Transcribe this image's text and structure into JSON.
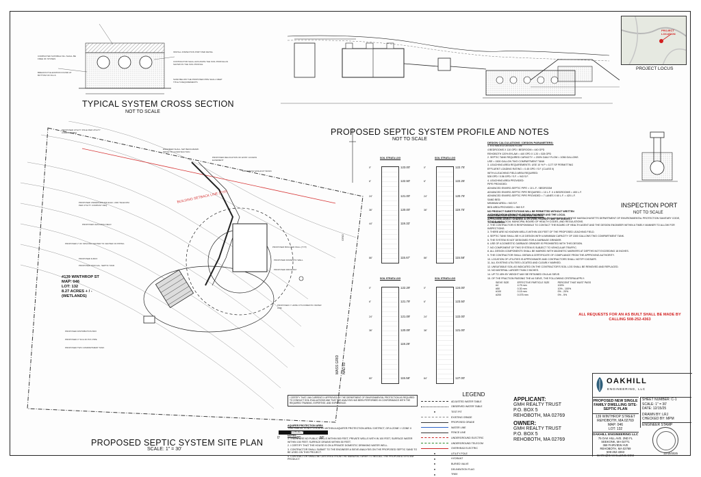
{
  "titles": {
    "cross_section": "TYPICAL SYSTEM CROSS SECTION",
    "cross_section_scale": "NOT TO SCALE",
    "profile": "PROPOSED SEPTIC SYSTEM PROFILE AND NOTES",
    "profile_scale": "NOT TO SCALE",
    "site_plan": "PROPOSED SEPTIC SYSTEM SITE PLAN",
    "site_plan_scale": "SCALE: 1\" = 30'",
    "inspection_port": "INSPECTION PORT",
    "inspection_scale": "NOT TO SCALE",
    "locus": "PROJECT LOCUS",
    "locus_label": "PROJECT LOCATION"
  },
  "site": {
    "address": "#139 WINTHROP ST",
    "map": "MAP: 046",
    "lot": "LOT: 132",
    "acres": "8.27 ACRES + / -",
    "wetlands": "(WETLANDS)",
    "setback": "BUILDING SETBACK LINE (TYP)",
    "mass_grid": "MASS GRID",
    "nad": "NAD 83"
  },
  "scale_bar": [
    "0'",
    "30'",
    "60'"
  ],
  "callouts_left": [
    "PROPOSED UTILITY POLE PER UTILITY COMPANY REQ",
    "PROPOSED UNDERGROUND ELEC. AND TELECOM. PER UTILITY COMPANY REQ.",
    "PROPOSED LEACHING FIELD",
    "PROPOSED 2' OF SPACING CENTER TO CENTER OF PIPING",
    "PROPOSED D-BOX",
    "PROPOSED 1500 GAL. SEPTIC TANK",
    "PROPOSED DISTRIBUTION BOX",
    "PROPOSED 4\" SCH 40 PVC PIPE",
    "PROPOSED TWO COMPARTMENT TANK"
  ],
  "callouts_right": [
    "ENGINEER SHALL SET BENCHMARK PRIOR TO CONSTRUCTION",
    "PROPOSED RELOCATION OF EXIST. ACCESS EASEMENT",
    "CONCRETE WASHOUT BASIN",
    "PROPOSED BOULDER WALL (TYP)",
    "PROPOSED DOMESTIC WELL",
    "PROPOSED DRIVEWAY",
    "PROPOSED 1\" HDPE CTS DOMESTIC WATER LINE"
  ],
  "soil_logs": [
    {
      "title": "SOIL STRATA LOG",
      "depths": [
        "0\"",
        "6\"",
        "24\"",
        "36\"",
        "44\"",
        "86\""
      ],
      "elevs": [
        "123.00'",
        "122.50'",
        "121.00'",
        "120.00'",
        "119.33'",
        "115.67'"
      ]
    },
    {
      "title": "SOIL STRATA LOG",
      "depths": [
        "0\"",
        "6\"",
        "24\"",
        "36\"",
        "",
        "86\""
      ],
      "elevs": [
        "122.75'",
        "122.25'",
        "120.75'",
        "119.75'",
        "",
        "115.58'"
      ]
    },
    {
      "title": "SOIL STRATA LOG",
      "depths": [
        "0\"",
        "6\"",
        "24\"",
        "36\"",
        "",
        "80\""
      ],
      "elevs": [
        "122.29'",
        "121.79'",
        "121.09'",
        "120.09'",
        "119.29'",
        "115.58'"
      ]
    },
    {
      "title": "SOIL STRATA LOG",
      "depths": [
        "0\"",
        "6\"",
        "24\"",
        "36\"",
        "",
        "84\""
      ],
      "elevs": [
        "124.00'",
        "123.50'",
        "122.00'",
        "121.00'",
        "",
        "127.00'"
      ]
    }
  ],
  "design_calcs": {
    "heading": "DESIGN CALCULATIONS / DESIGN PARAMETERS:",
    "lines": [
      "1. ESTIMATED DESIGN FLOW:",
      "4 BEDROOMS X 110 GPD / BEDROOM = 440 GPD",
      "REHOBOTH 120% BYLAW = 440 GPD X 1.20 = 528 GPD",
      "2. SEPTIC TANK REQUIRED CAPACITY: = 200% DAILY FLOW = 1056 GALLONS",
      "USE = 1500 GALLON TWO COMPARTMENT TANK",
      "3. LEACHING AREA REQUIREMENTS: USE 10 % P = 1177 SF PERMITTING",
      "EFFLUENT LOADING RATING = 0.45 GPD / S.F. (CLASS II)",
      "WITH A LEACHING FIELD AREA REQUIRED:",
      "528 GPD / 0.56 GPD / S.F. = 943 S.F.",
      "4. LEACHING AREA PROVIDED:",
      "PIPE PROVIDED:",
      "ADVANCED ENVIRO-SEPTIC PIPE = 10 L.F. / BEDROOM",
      "ADVANCED ENVIRO-SEPTIC PIPE REQUIRED = 10 L.F. X 4 BEDROOMS = 400 L.F.",
      "ADVANCED ENVIRO-SEPTIC PIPE PROVIDED = 7 LANES X 60 L.F. = 420 L.F.",
      "SAND BED:",
      "MINIMUM AREA = 943 S.F.",
      "BED AREA PROVIDED = 969 S.F.",
      "NO PRODUCT SUBSTITUTIONS WILL BE PERMITTED WITHOUT WRITTEN",
      "AUTHORIZATION FROM THE DESIGN ENGINEER AND THE LOCAL",
      "APPROVING AGENT. CHANGE IN SYSTEM PRODUCT MAY BE SUBJECT",
      "TO REDESIGN."
    ]
  },
  "contractor_notes": {
    "heading": "CONTRACTOR NOTES / GENERAL NOTES:",
    "lines": [
      "1. ALL CONSTRUCTION SHALL CONFORM TO THE REQUIREMENTS OF THE MASSACHUSETTS DEPARTMENT OF ENVIRONMENTAL PROTECTION SANITARY CODE, TITLE 5, AND LOCAL MUNICIPAL BOARD OF HEALTH CODES, AND REGULATIONS.",
      "2. THE CONTRACTOR IS RESPONSIBLE TO CONTACT THE BOARD OF HEALTH AGENT AND THE DESIGN ENGINEER WITHIN A TIMELY MANNER TO ALLOW FOR INSPECTIONS.",
      "3. THERE ARE NO KNOWN WELLS WITHIN 100 FEET OF THE PROPOSED LEACHING FIELD.",
      "4. SEPTIC TANK SHALL BE H-10 DESIGN WITH A MINIMUM CAPACITY OF 1500 GALLONS TWO COMPARTMENT TANK.",
      "5. THE SYSTEM IS NOT DESIGNED FOR A GARBAGE GRINDER.",
      "6. USE OF A DOMESTIC GARBAGE GRINDER IS PROHIBITED WITH THIS DESIGN.",
      "7. NO COMPONENT OF THIS SYSTEM IS SUBJECT TO VEHICULAR TRAFFIC.",
      "8. ALL DESIGN COMPONENTS SHALL BE MARKED WITH MAGNETIC MARKERS AT DEPTHS NOT EXCEEDING 18 INCHES.",
      "9. THE CONTRACTOR SHALL OBTAIN A CERTIFICATE OF COMPLIANCE FROM THE APPROVING AUTHORITY.",
      "10. LOCATION OF UTILITIES IS APPROXIMATE AND CONTRACTORS SHALL NOTIFY DIGSAFE.",
      "11. ALL EXISTING UTILITIES LOCATED AND CLEARLY MARKED.",
      "12. UNSUITABLE SOIL AS INDICATED ON THE CONTRACTOR'S SOIL LOG SHALL BE REMOVED AND REPLACED.",
      "13. NO MATERIAL LARGER THAN 2 INCHES.",
      "14. UP TO 45% BY WEIGHT MAY BE RETAINED ON A #4 SIEVE.",
      "15. OF THE FRACTION PASSING THE #4 SIEVE, THE FOLLOWING CRITERIA APPLY:"
    ],
    "sieve_header": [
      "SIEVE SIZE",
      "EFFECTIVE PARTICLE SIZE",
      "PERCENT THAT MUST PASS"
    ],
    "sieve_rows": [
      [
        "#4",
        "4.75 mm",
        "100%"
      ],
      [
        "#50",
        "0.30 mm",
        "10% - 100%"
      ],
      [
        "#100",
        "0.15 mm",
        "0% - 20%"
      ],
      [
        "#200",
        "0.075 mm",
        "0% - 5%"
      ]
    ]
  },
  "as_built_notice": "ALL REQUESTS FOR AN AS BUILT SHALL BE MADE BY CALLING 508-252-4363",
  "legend": {
    "title": "LEGEND",
    "items": [
      "ADJUSTED WATER TABLE",
      "OBSERVED WATER TABLE",
      "TEST PIT",
      "EXISTING GRADE",
      "PROPOSED GRADE",
      "WATER LINE",
      "FENCE LINE",
      "UNDERGROUND ELECTRIC",
      "UNDERGROUND TELECOM",
      "OVERHEAD ELECTRIC",
      "UTILITY POLE",
      "HYDRANT",
      "BURIED VALVE",
      "DELINEATION FLAG",
      "TREE"
    ]
  },
  "aquifer_note": {
    "heading": "AQUIFER PROTECTION AREA",
    "text": "THIS PARCEL IS NOT LOCATED WITHIN A AQUIFER PROTECTION AREA / DISTRICT, OR A ZONE I / ZONE II WELLHEAD PROTECTION AREA."
  },
  "notes_bottom": {
    "heading": "NOTES:",
    "lines": [
      "1. THERE ARE NO PUBLIC WELLS WITHIN 500 FEET, PRIVATE WELLS WITH IN 100 FEET, SURFACE WATER WITHIN 150 FEET; SURFACE DRAINS WITHIN 50 FEET.",
      "2. I CERTIFY THAT THE HOUSE IS ON A PRIVATE DOMESTIC DRINKING WATER WELL.",
      "3. CONTRACTOR SHALL SUBMIT TO THE ENGINEER A SIEVE ANALYSIS ON THE PROPOSED SEPTIC SAND TO BE USED ON THIS PROJECT.",
      "4. CONTRACTOR SHALL BE CERTIFIED FROM THE MANUFACTURER TO INSTALL THE PROPOSED SYSTEM PRODUCT."
    ],
    "cert": "I CERTIFY THAT I AM CURRENTLY APPROVED BY THE DEPARTMENT OF ENVIRONMENTAL PROTECTION AS REQUIRED TO CONDUCT SOIL EVALUATIONS AND THAT THE ANALYSIS HAS BEEN PERFORMED IN CONFORMANCE WITH THE REQUIRED TRAINING, EXPERTISE, AND EXPERIENCE."
  },
  "title_block": {
    "applicant_label": "APPLICANT:",
    "applicant_lines": [
      "GMH REALTY TRUST",
      "P.O. BOX 5",
      "REHOBOTH, MA 02769"
    ],
    "owner_label": "OWNER:",
    "owner_lines": [
      "GMH REALTY TRUST",
      "P.O. BOX 5",
      "REHOBOTH, MA 02769"
    ],
    "company": "OAKHILL",
    "company_sub": "ENGINEERING, LLC",
    "project_title": [
      "PROPOSED NEW SINGLE",
      "FAMILY DWELLING SITE-",
      "SEPTIC PLAN"
    ],
    "project_addr": [
      "139 WINTHROP STREET",
      "REHOBOTH, MA 02769",
      "MAP: 046",
      "LOT: 132"
    ],
    "firm_name": "OAKHILL ENGINEERING LLC",
    "firm_lines": [
      "75 OAK HILL AVE. 2ND FL",
      "SEEKONK, MA 02771",
      "368 FAIRVIEW AVE",
      "REHOBOTH, MA 02769",
      "508-252-4363",
      "MARK@OAKHILLENG.COM"
    ],
    "sheet": "SHEET NUMBER: C-1",
    "scale": "SCALE: 1\" = 30'",
    "date": "DATE: 12/15/25",
    "drawn": "DRAWN BY: LRJ",
    "checked": "CHECKED BY: MPM",
    "stamp_label": "ENGINEER STAMP",
    "stamp_date": "12/15/2025"
  }
}
